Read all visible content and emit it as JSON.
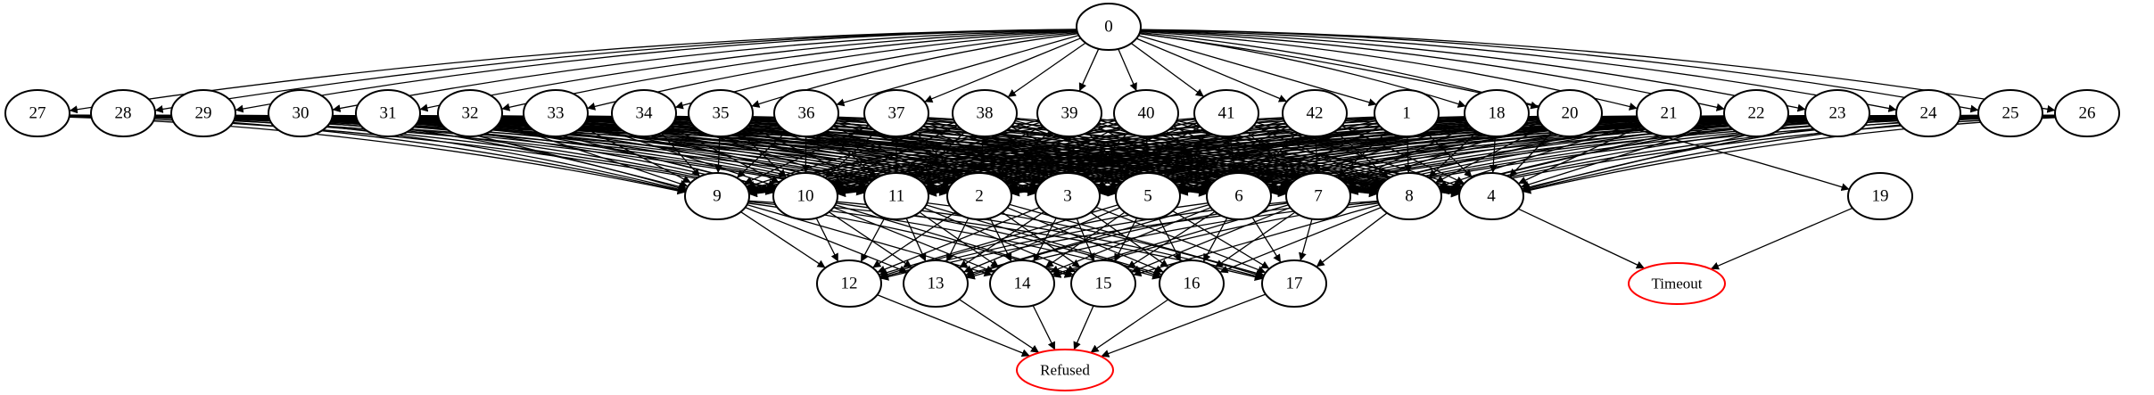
{
  "graph": {
    "colors": {
      "stroke": "#000000",
      "terminal_stroke": "#ff0000",
      "background": "#ffffff"
    },
    "nodes": [
      {
        "id": "0",
        "label": "0"
      },
      {
        "id": "27",
        "label": "27"
      },
      {
        "id": "28",
        "label": "28"
      },
      {
        "id": "29",
        "label": "29"
      },
      {
        "id": "30",
        "label": "30"
      },
      {
        "id": "31",
        "label": "31"
      },
      {
        "id": "32",
        "label": "32"
      },
      {
        "id": "33",
        "label": "33"
      },
      {
        "id": "34",
        "label": "34"
      },
      {
        "id": "35",
        "label": "35"
      },
      {
        "id": "36",
        "label": "36"
      },
      {
        "id": "37",
        "label": "37"
      },
      {
        "id": "38",
        "label": "38"
      },
      {
        "id": "39",
        "label": "39"
      },
      {
        "id": "40",
        "label": "40"
      },
      {
        "id": "41",
        "label": "41"
      },
      {
        "id": "42",
        "label": "42"
      },
      {
        "id": "1",
        "label": "1"
      },
      {
        "id": "18",
        "label": "18"
      },
      {
        "id": "20",
        "label": "20"
      },
      {
        "id": "21",
        "label": "21"
      },
      {
        "id": "22",
        "label": "22"
      },
      {
        "id": "23",
        "label": "23"
      },
      {
        "id": "24",
        "label": "24"
      },
      {
        "id": "25",
        "label": "25"
      },
      {
        "id": "26",
        "label": "26"
      },
      {
        "id": "9",
        "label": "9"
      },
      {
        "id": "10",
        "label": "10"
      },
      {
        "id": "11",
        "label": "11"
      },
      {
        "id": "2",
        "label": "2"
      },
      {
        "id": "3",
        "label": "3"
      },
      {
        "id": "5",
        "label": "5"
      },
      {
        "id": "6",
        "label": "6"
      },
      {
        "id": "7",
        "label": "7"
      },
      {
        "id": "8",
        "label": "8"
      },
      {
        "id": "4",
        "label": "4"
      },
      {
        "id": "19",
        "label": "19"
      },
      {
        "id": "12",
        "label": "12"
      },
      {
        "id": "13",
        "label": "13"
      },
      {
        "id": "14",
        "label": "14"
      },
      {
        "id": "15",
        "label": "15"
      },
      {
        "id": "16",
        "label": "16"
      },
      {
        "id": "17",
        "label": "17"
      },
      {
        "id": "Timeout",
        "label": "Timeout",
        "terminal": true
      },
      {
        "id": "Refused",
        "label": "Refused",
        "terminal": true
      }
    ],
    "edges": [
      [
        "0",
        "27"
      ],
      [
        "0",
        "28"
      ],
      [
        "0",
        "29"
      ],
      [
        "0",
        "30"
      ],
      [
        "0",
        "31"
      ],
      [
        "0",
        "32"
      ],
      [
        "0",
        "33"
      ],
      [
        "0",
        "34"
      ],
      [
        "0",
        "35"
      ],
      [
        "0",
        "36"
      ],
      [
        "0",
        "37"
      ],
      [
        "0",
        "38"
      ],
      [
        "0",
        "39"
      ],
      [
        "0",
        "40"
      ],
      [
        "0",
        "41"
      ],
      [
        "0",
        "42"
      ],
      [
        "0",
        "1"
      ],
      [
        "0",
        "18"
      ],
      [
        "0",
        "20"
      ],
      [
        "0",
        "21"
      ],
      [
        "0",
        "22"
      ],
      [
        "0",
        "23"
      ],
      [
        "0",
        "24"
      ],
      [
        "0",
        "25"
      ],
      [
        "0",
        "26"
      ],
      [
        "0",
        "19"
      ],
      [
        "27",
        "9"
      ],
      [
        "27",
        "10"
      ],
      [
        "27",
        "11"
      ],
      [
        "27",
        "2"
      ],
      [
        "27",
        "3"
      ],
      [
        "27",
        "5"
      ],
      [
        "27",
        "6"
      ],
      [
        "27",
        "7"
      ],
      [
        "27",
        "8"
      ],
      [
        "27",
        "4"
      ],
      [
        "28",
        "9"
      ],
      [
        "28",
        "10"
      ],
      [
        "28",
        "11"
      ],
      [
        "28",
        "2"
      ],
      [
        "28",
        "3"
      ],
      [
        "28",
        "5"
      ],
      [
        "28",
        "6"
      ],
      [
        "28",
        "7"
      ],
      [
        "28",
        "8"
      ],
      [
        "28",
        "4"
      ],
      [
        "29",
        "9"
      ],
      [
        "29",
        "10"
      ],
      [
        "29",
        "11"
      ],
      [
        "29",
        "2"
      ],
      [
        "29",
        "3"
      ],
      [
        "29",
        "5"
      ],
      [
        "29",
        "6"
      ],
      [
        "29",
        "7"
      ],
      [
        "29",
        "8"
      ],
      [
        "29",
        "4"
      ],
      [
        "30",
        "9"
      ],
      [
        "30",
        "10"
      ],
      [
        "30",
        "11"
      ],
      [
        "30",
        "2"
      ],
      [
        "30",
        "3"
      ],
      [
        "30",
        "5"
      ],
      [
        "30",
        "6"
      ],
      [
        "30",
        "7"
      ],
      [
        "30",
        "8"
      ],
      [
        "30",
        "4"
      ],
      [
        "31",
        "9"
      ],
      [
        "31",
        "10"
      ],
      [
        "31",
        "11"
      ],
      [
        "31",
        "2"
      ],
      [
        "31",
        "3"
      ],
      [
        "31",
        "5"
      ],
      [
        "31",
        "6"
      ],
      [
        "31",
        "7"
      ],
      [
        "31",
        "8"
      ],
      [
        "31",
        "4"
      ],
      [
        "32",
        "9"
      ],
      [
        "32",
        "10"
      ],
      [
        "32",
        "11"
      ],
      [
        "32",
        "2"
      ],
      [
        "32",
        "3"
      ],
      [
        "32",
        "5"
      ],
      [
        "32",
        "6"
      ],
      [
        "32",
        "7"
      ],
      [
        "32",
        "8"
      ],
      [
        "32",
        "4"
      ],
      [
        "33",
        "9"
      ],
      [
        "33",
        "10"
      ],
      [
        "33",
        "11"
      ],
      [
        "33",
        "2"
      ],
      [
        "33",
        "3"
      ],
      [
        "33",
        "5"
      ],
      [
        "33",
        "6"
      ],
      [
        "33",
        "7"
      ],
      [
        "33",
        "8"
      ],
      [
        "33",
        "4"
      ],
      [
        "34",
        "9"
      ],
      [
        "34",
        "10"
      ],
      [
        "34",
        "11"
      ],
      [
        "34",
        "2"
      ],
      [
        "34",
        "3"
      ],
      [
        "34",
        "5"
      ],
      [
        "34",
        "6"
      ],
      [
        "34",
        "7"
      ],
      [
        "34",
        "8"
      ],
      [
        "34",
        "4"
      ],
      [
        "35",
        "9"
      ],
      [
        "35",
        "10"
      ],
      [
        "35",
        "11"
      ],
      [
        "35",
        "2"
      ],
      [
        "35",
        "3"
      ],
      [
        "35",
        "5"
      ],
      [
        "35",
        "6"
      ],
      [
        "35",
        "7"
      ],
      [
        "35",
        "8"
      ],
      [
        "35",
        "4"
      ],
      [
        "36",
        "9"
      ],
      [
        "36",
        "10"
      ],
      [
        "36",
        "11"
      ],
      [
        "36",
        "2"
      ],
      [
        "36",
        "3"
      ],
      [
        "36",
        "5"
      ],
      [
        "36",
        "6"
      ],
      [
        "36",
        "7"
      ],
      [
        "36",
        "8"
      ],
      [
        "36",
        "4"
      ],
      [
        "37",
        "9"
      ],
      [
        "37",
        "10"
      ],
      [
        "37",
        "11"
      ],
      [
        "37",
        "2"
      ],
      [
        "37",
        "3"
      ],
      [
        "37",
        "5"
      ],
      [
        "37",
        "6"
      ],
      [
        "37",
        "7"
      ],
      [
        "37",
        "8"
      ],
      [
        "37",
        "4"
      ],
      [
        "38",
        "9"
      ],
      [
        "38",
        "10"
      ],
      [
        "38",
        "11"
      ],
      [
        "38",
        "2"
      ],
      [
        "38",
        "3"
      ],
      [
        "38",
        "5"
      ],
      [
        "38",
        "6"
      ],
      [
        "38",
        "7"
      ],
      [
        "38",
        "8"
      ],
      [
        "38",
        "4"
      ],
      [
        "39",
        "9"
      ],
      [
        "39",
        "10"
      ],
      [
        "39",
        "11"
      ],
      [
        "39",
        "2"
      ],
      [
        "39",
        "3"
      ],
      [
        "39",
        "5"
      ],
      [
        "39",
        "6"
      ],
      [
        "39",
        "7"
      ],
      [
        "39",
        "8"
      ],
      [
        "39",
        "4"
      ],
      [
        "40",
        "9"
      ],
      [
        "40",
        "10"
      ],
      [
        "40",
        "11"
      ],
      [
        "40",
        "2"
      ],
      [
        "40",
        "3"
      ],
      [
        "40",
        "5"
      ],
      [
        "40",
        "6"
      ],
      [
        "40",
        "7"
      ],
      [
        "40",
        "8"
      ],
      [
        "40",
        "4"
      ],
      [
        "41",
        "9"
      ],
      [
        "41",
        "10"
      ],
      [
        "41",
        "11"
      ],
      [
        "41",
        "2"
      ],
      [
        "41",
        "3"
      ],
      [
        "41",
        "5"
      ],
      [
        "41",
        "6"
      ],
      [
        "41",
        "7"
      ],
      [
        "41",
        "8"
      ],
      [
        "41",
        "4"
      ],
      [
        "42",
        "9"
      ],
      [
        "42",
        "10"
      ],
      [
        "42",
        "11"
      ],
      [
        "42",
        "2"
      ],
      [
        "42",
        "3"
      ],
      [
        "42",
        "5"
      ],
      [
        "42",
        "6"
      ],
      [
        "42",
        "7"
      ],
      [
        "42",
        "8"
      ],
      [
        "42",
        "4"
      ],
      [
        "1",
        "9"
      ],
      [
        "1",
        "10"
      ],
      [
        "1",
        "11"
      ],
      [
        "1",
        "2"
      ],
      [
        "1",
        "3"
      ],
      [
        "1",
        "5"
      ],
      [
        "1",
        "6"
      ],
      [
        "1",
        "7"
      ],
      [
        "1",
        "8"
      ],
      [
        "1",
        "4"
      ],
      [
        "18",
        "9"
      ],
      [
        "18",
        "10"
      ],
      [
        "18",
        "11"
      ],
      [
        "18",
        "2"
      ],
      [
        "18",
        "3"
      ],
      [
        "18",
        "5"
      ],
      [
        "18",
        "6"
      ],
      [
        "18",
        "7"
      ],
      [
        "18",
        "8"
      ],
      [
        "18",
        "4"
      ],
      [
        "20",
        "9"
      ],
      [
        "20",
        "10"
      ],
      [
        "20",
        "11"
      ],
      [
        "20",
        "2"
      ],
      [
        "20",
        "3"
      ],
      [
        "20",
        "5"
      ],
      [
        "20",
        "6"
      ],
      [
        "20",
        "7"
      ],
      [
        "20",
        "8"
      ],
      [
        "20",
        "4"
      ],
      [
        "21",
        "9"
      ],
      [
        "21",
        "10"
      ],
      [
        "21",
        "11"
      ],
      [
        "21",
        "2"
      ],
      [
        "21",
        "3"
      ],
      [
        "21",
        "5"
      ],
      [
        "21",
        "6"
      ],
      [
        "21",
        "7"
      ],
      [
        "21",
        "8"
      ],
      [
        "21",
        "4"
      ],
      [
        "22",
        "9"
      ],
      [
        "22",
        "10"
      ],
      [
        "22",
        "11"
      ],
      [
        "22",
        "2"
      ],
      [
        "22",
        "3"
      ],
      [
        "22",
        "5"
      ],
      [
        "22",
        "6"
      ],
      [
        "22",
        "7"
      ],
      [
        "22",
        "8"
      ],
      [
        "22",
        "4"
      ],
      [
        "23",
        "9"
      ],
      [
        "23",
        "10"
      ],
      [
        "23",
        "11"
      ],
      [
        "23",
        "2"
      ],
      [
        "23",
        "3"
      ],
      [
        "23",
        "5"
      ],
      [
        "23",
        "6"
      ],
      [
        "23",
        "7"
      ],
      [
        "23",
        "8"
      ],
      [
        "23",
        "4"
      ],
      [
        "24",
        "9"
      ],
      [
        "24",
        "10"
      ],
      [
        "24",
        "11"
      ],
      [
        "24",
        "2"
      ],
      [
        "24",
        "3"
      ],
      [
        "24",
        "5"
      ],
      [
        "24",
        "6"
      ],
      [
        "24",
        "7"
      ],
      [
        "24",
        "8"
      ],
      [
        "24",
        "4"
      ],
      [
        "25",
        "9"
      ],
      [
        "25",
        "10"
      ],
      [
        "25",
        "11"
      ],
      [
        "25",
        "2"
      ],
      [
        "25",
        "3"
      ],
      [
        "25",
        "5"
      ],
      [
        "25",
        "6"
      ],
      [
        "25",
        "7"
      ],
      [
        "25",
        "8"
      ],
      [
        "25",
        "4"
      ],
      [
        "26",
        "9"
      ],
      [
        "26",
        "10"
      ],
      [
        "26",
        "11"
      ],
      [
        "26",
        "2"
      ],
      [
        "26",
        "3"
      ],
      [
        "26",
        "5"
      ],
      [
        "26",
        "6"
      ],
      [
        "26",
        "7"
      ],
      [
        "26",
        "8"
      ],
      [
        "26",
        "4"
      ],
      [
        "9",
        "12"
      ],
      [
        "9",
        "13"
      ],
      [
        "9",
        "14"
      ],
      [
        "9",
        "15"
      ],
      [
        "9",
        "16"
      ],
      [
        "9",
        "17"
      ],
      [
        "10",
        "12"
      ],
      [
        "10",
        "13"
      ],
      [
        "10",
        "14"
      ],
      [
        "10",
        "15"
      ],
      [
        "10",
        "16"
      ],
      [
        "10",
        "17"
      ],
      [
        "11",
        "12"
      ],
      [
        "11",
        "13"
      ],
      [
        "11",
        "14"
      ],
      [
        "11",
        "15"
      ],
      [
        "11",
        "16"
      ],
      [
        "11",
        "17"
      ],
      [
        "2",
        "12"
      ],
      [
        "2",
        "13"
      ],
      [
        "2",
        "14"
      ],
      [
        "2",
        "15"
      ],
      [
        "2",
        "16"
      ],
      [
        "2",
        "17"
      ],
      [
        "3",
        "12"
      ],
      [
        "3",
        "13"
      ],
      [
        "3",
        "14"
      ],
      [
        "3",
        "15"
      ],
      [
        "3",
        "16"
      ],
      [
        "3",
        "17"
      ],
      [
        "5",
        "12"
      ],
      [
        "5",
        "13"
      ],
      [
        "5",
        "14"
      ],
      [
        "5",
        "15"
      ],
      [
        "5",
        "16"
      ],
      [
        "5",
        "17"
      ],
      [
        "6",
        "12"
      ],
      [
        "6",
        "13"
      ],
      [
        "6",
        "14"
      ],
      [
        "6",
        "15"
      ],
      [
        "6",
        "16"
      ],
      [
        "6",
        "17"
      ],
      [
        "7",
        "12"
      ],
      [
        "7",
        "13"
      ],
      [
        "7",
        "14"
      ],
      [
        "7",
        "15"
      ],
      [
        "7",
        "16"
      ],
      [
        "7",
        "17"
      ],
      [
        "8",
        "12"
      ],
      [
        "8",
        "13"
      ],
      [
        "8",
        "14"
      ],
      [
        "8",
        "15"
      ],
      [
        "8",
        "16"
      ],
      [
        "8",
        "17"
      ],
      [
        "4",
        "Timeout"
      ],
      [
        "19",
        "Timeout"
      ],
      [
        "12",
        "Refused"
      ],
      [
        "13",
        "Refused"
      ],
      [
        "14",
        "Refused"
      ],
      [
        "15",
        "Refused"
      ],
      [
        "16",
        "Refused"
      ],
      [
        "17",
        "Refused"
      ]
    ]
  }
}
